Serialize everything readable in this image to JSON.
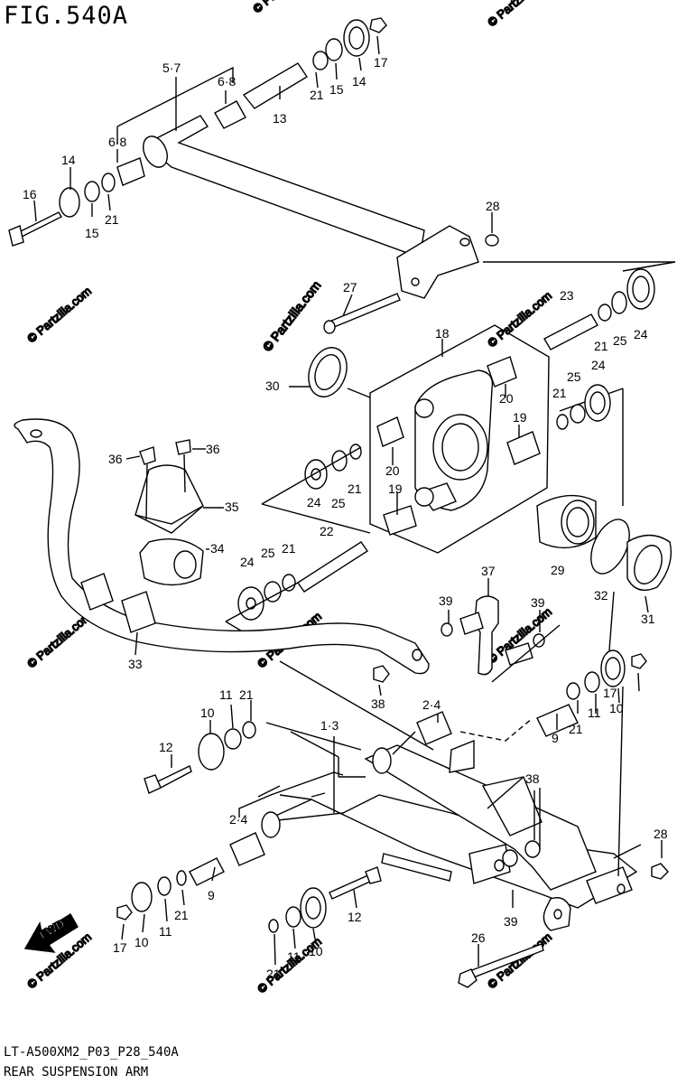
{
  "title": "FIG.540A",
  "footer": {
    "code": "LT-A500XM2_P03_P28_540A",
    "description": "REAR SUSPENSION ARM"
  },
  "watermark": "© Partzilla.com",
  "fwd_label": "FWD",
  "callouts": {
    "c57": "5·7",
    "c68a": "6·8",
    "c68b": "6·8",
    "c13": "13",
    "c14a": "14",
    "c14b": "14",
    "c15a": "15",
    "c15b": "15",
    "c16": "16",
    "c17a": "17",
    "c17b": "17",
    "c17c": "17",
    "c21a": "21",
    "c21b": "21",
    "c21c": "21",
    "c21d": "21",
    "c21e": "21",
    "c21f": "21",
    "c21g": "21",
    "c21h": "21",
    "c21i": "21",
    "c28a": "28",
    "c28b": "28",
    "c27": "27",
    "c18": "18",
    "c30": "30",
    "c23": "23",
    "c25a": "25",
    "c25b": "25",
    "c25c": "25",
    "c25d": "25",
    "c24a": "24",
    "c24b": "24",
    "c24c": "24",
    "c24d": "24",
    "c20a": "20",
    "c20b": "20",
    "c19a": "19",
    "c19b": "19",
    "c36a": "36",
    "c36b": "36",
    "c35": "35",
    "c34": "34",
    "c22": "22",
    "c29": "29",
    "c32": "32",
    "c31": "31",
    "c33": "33",
    "c37": "37",
    "c39a": "39",
    "c39b": "39",
    "c39c": "39",
    "c38a": "38",
    "c38b": "38",
    "c10a": "10",
    "c10b": "10",
    "c10c": "10",
    "c10d": "10",
    "c11a": "11",
    "c11b": "11",
    "c11c": "11",
    "c11d": "11",
    "c12a": "12",
    "c12b": "12",
    "c9a": "9",
    "c9b": "9",
    "c24e": "2·4",
    "c24f": "2·4",
    "c13b": "1·3",
    "c26": "26"
  }
}
